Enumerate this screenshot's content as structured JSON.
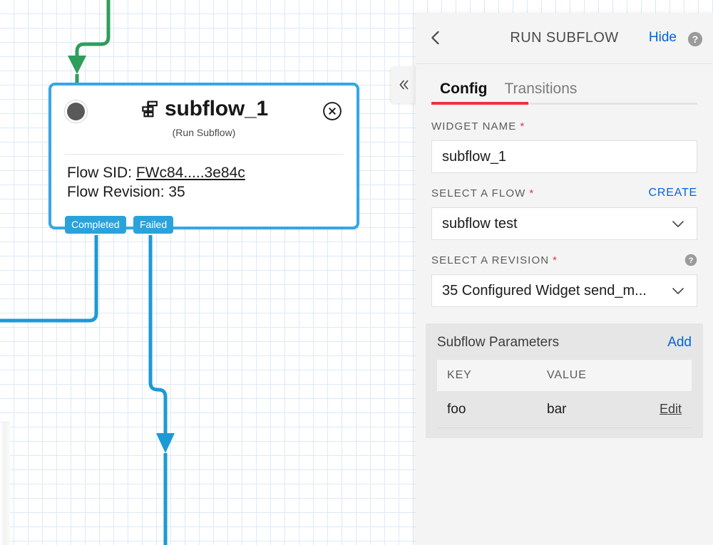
{
  "canvas": {
    "node": {
      "title": "subflow_1",
      "subtitle": "(Run Subflow)",
      "icon": "subflow-icon",
      "close_icon": "close-circle-icon",
      "status_dot": "status-dot",
      "flow_sid_label": "Flow SID:",
      "flow_sid_value": "FWc84.....3e84c",
      "flow_revision": "Flow Revision: 35",
      "border_color": "#36A6E8"
    },
    "transitions": [
      {
        "label": "Completed",
        "color": "#2AA3DB"
      },
      {
        "label": "Failed",
        "color": "#2AA3DB"
      }
    ],
    "wires": {
      "incoming_color": "#2E9E5B",
      "outgoing_color": "#1C9AD6"
    },
    "grid_color": "#dceaf7"
  },
  "collapse_tab": {
    "icon": "double-chevron-left-icon"
  },
  "panel": {
    "back_icon": "chevron-left-icon",
    "title": "RUN SUBFLOW",
    "hide_label": "Hide",
    "help_icon": "help-circle-icon",
    "accent_color": "#F22F46",
    "link_color": "#0263E0",
    "tabs": [
      {
        "label": "Config",
        "active": true
      },
      {
        "label": "Transitions",
        "active": false
      }
    ],
    "fields": {
      "widget_name": {
        "label": "WIDGET NAME",
        "required": "*",
        "value": "subflow_1",
        "placeholder": "Widget name"
      },
      "select_flow": {
        "label": "SELECT A FLOW",
        "required": "*",
        "action_label": "CREATE",
        "value": "subflow test",
        "chevron": "chevron-down-icon"
      },
      "select_revision": {
        "label": "SELECT A REVISION",
        "required": "*",
        "help_icon": "help-circle-icon",
        "value": "35 Configured Widget send_m...",
        "chevron": "chevron-down-icon"
      }
    },
    "parameters": {
      "title": "Subflow Parameters",
      "add_label": "Add",
      "columns": [
        "KEY",
        "VALUE"
      ],
      "rows": [
        {
          "key": "foo",
          "value": "bar",
          "action": "Edit"
        }
      ]
    }
  }
}
